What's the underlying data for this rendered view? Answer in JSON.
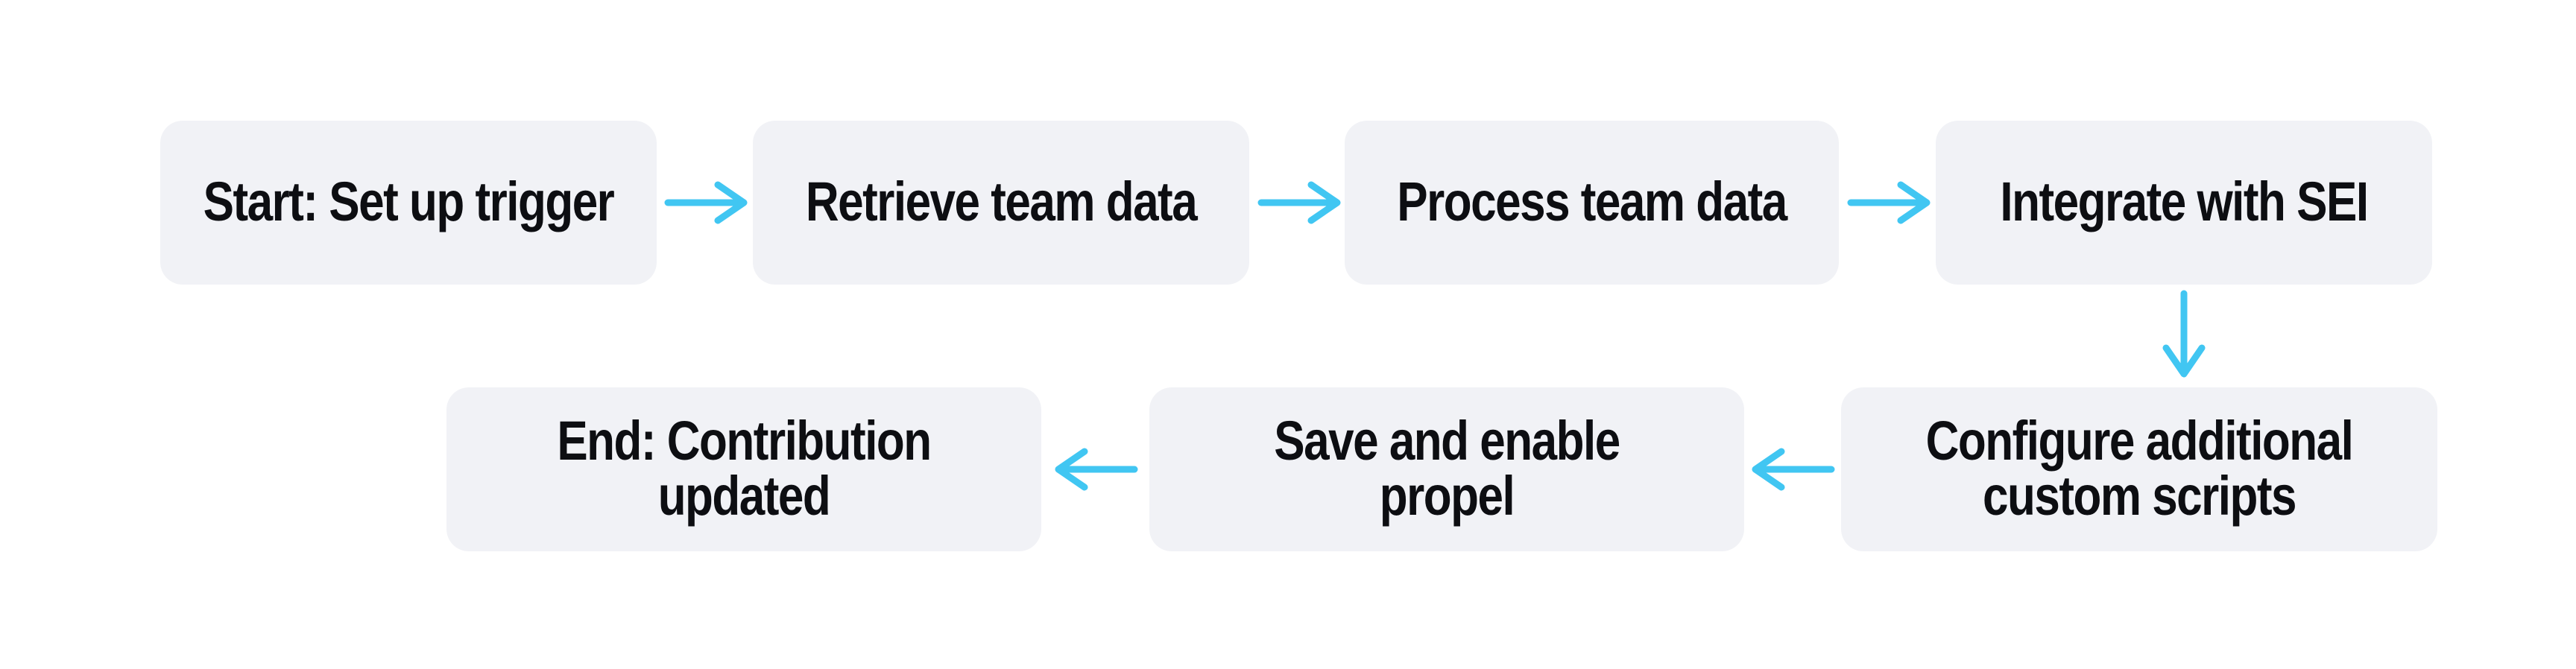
{
  "diagram": {
    "type": "flowchart",
    "background": "#ffffff",
    "node_fill": "#f1f2f6",
    "node_text_color": "#0d0e12",
    "arrow_color": "#41c6f2",
    "nodes": [
      {
        "id": "start",
        "label": "Start: Set up trigger",
        "lines": [
          "Start: Set up trigger"
        ]
      },
      {
        "id": "retrieve",
        "label": "Retrieve team data",
        "lines": [
          "Retrieve team data"
        ]
      },
      {
        "id": "process",
        "label": "Process team data",
        "lines": [
          "Process team data"
        ]
      },
      {
        "id": "integrate",
        "label": "Integrate with SEI",
        "lines": [
          "Integrate with SEI"
        ]
      },
      {
        "id": "configure",
        "label": "Configure additional custom scripts",
        "lines": [
          "Configure additional",
          "custom scripts"
        ]
      },
      {
        "id": "save",
        "label": "Save and enable propel",
        "lines": [
          "Save and enable",
          "propel"
        ]
      },
      {
        "id": "end",
        "label": "End: Contribution updated",
        "lines": [
          "End: Contribution",
          "updated"
        ]
      }
    ],
    "edges": [
      {
        "from": "start",
        "to": "retrieve",
        "direction": "right"
      },
      {
        "from": "retrieve",
        "to": "process",
        "direction": "right"
      },
      {
        "from": "process",
        "to": "integrate",
        "direction": "right"
      },
      {
        "from": "integrate",
        "to": "configure",
        "direction": "down"
      },
      {
        "from": "configure",
        "to": "save",
        "direction": "left"
      },
      {
        "from": "save",
        "to": "end",
        "direction": "left"
      }
    ]
  }
}
